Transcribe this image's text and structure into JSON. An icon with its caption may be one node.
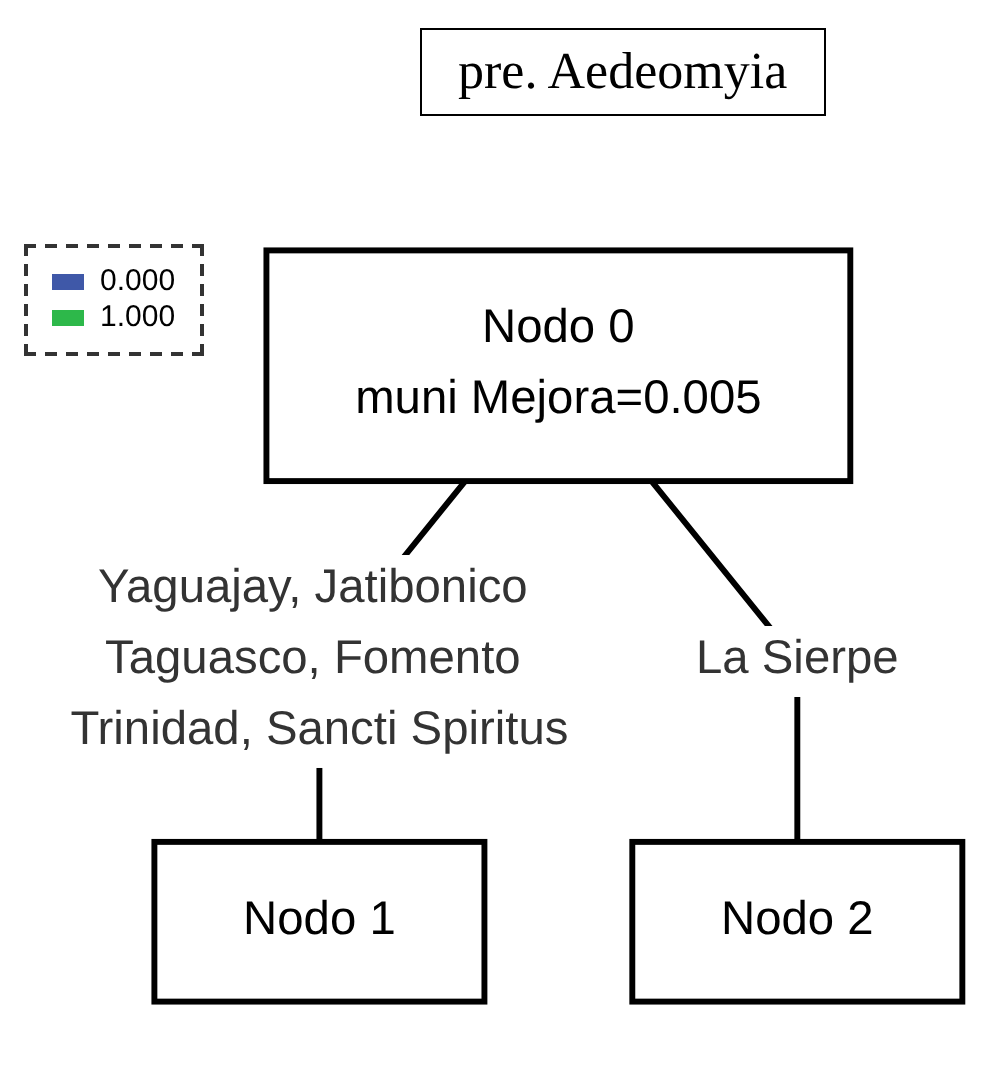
{
  "diagram": {
    "title": "pre. Aedeomyia",
    "nodes": [
      {
        "text": [
          "Nodo 0",
          "muni Mejora=0.005"
        ]
      },
      {
        "text": [
          "Nodo 1"
        ]
      },
      {
        "text": [
          "Nodo 2"
        ]
      }
    ],
    "edges": [
      {
        "from": 0,
        "to": 1,
        "arrow": "none",
        "label": "Yaguajay, Jatibonico Taguasco, Fomento Trinidad, Sancti Spiritus"
      },
      {
        "from": 0,
        "to": 2,
        "arrow": "none",
        "label": "La Sierpe"
      }
    ],
    "legend": [
      {
        "text": "0.000",
        "color": "#3f58a8"
      },
      {
        "text": "1.000",
        "color": "#2db84a"
      }
    ]
  }
}
